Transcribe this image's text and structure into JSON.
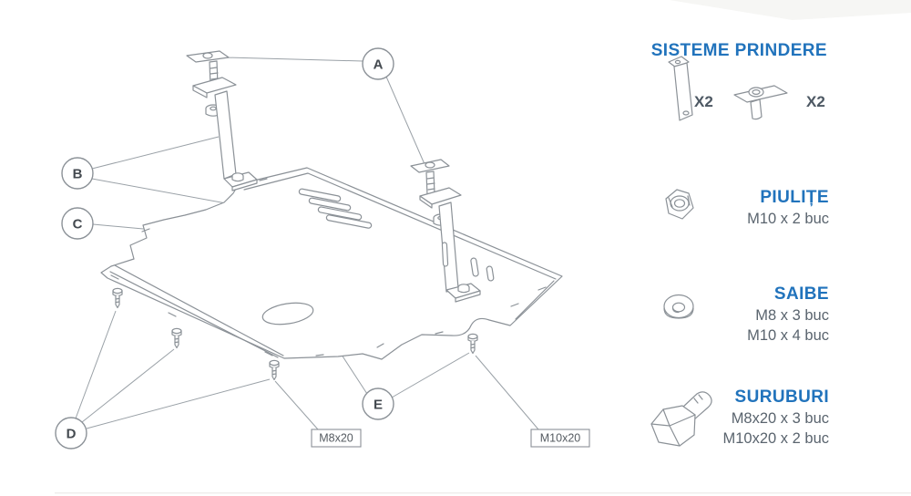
{
  "diagram": {
    "callouts": {
      "a": "A",
      "b": "B",
      "c": "C",
      "d": "D",
      "e": "E"
    },
    "tags": {
      "m8": "M8x20",
      "m10": "M10x20"
    }
  },
  "legend": {
    "title": "SISTEME PRINDERE",
    "fasteners": [
      {
        "icon": "bracket-strap-icon",
        "qty": "X2"
      },
      {
        "icon": "t-bolt-icon",
        "qty": "X2"
      }
    ],
    "sections": [
      {
        "title": "PIULIȚE",
        "lines": [
          "M10 x 2 buc"
        ]
      },
      {
        "title": "SAIBE",
        "lines": [
          "M8 x 3 buc",
          "M10 x 4 buc"
        ]
      },
      {
        "title": "SURUBURI",
        "lines": [
          "M8x20 x 3 buc",
          "M10x20 x 2 buc"
        ]
      }
    ]
  },
  "colors": {
    "accent_blue": "#2173bc",
    "text_gray": "#5a646e",
    "line_gray": "#8b9197"
  }
}
